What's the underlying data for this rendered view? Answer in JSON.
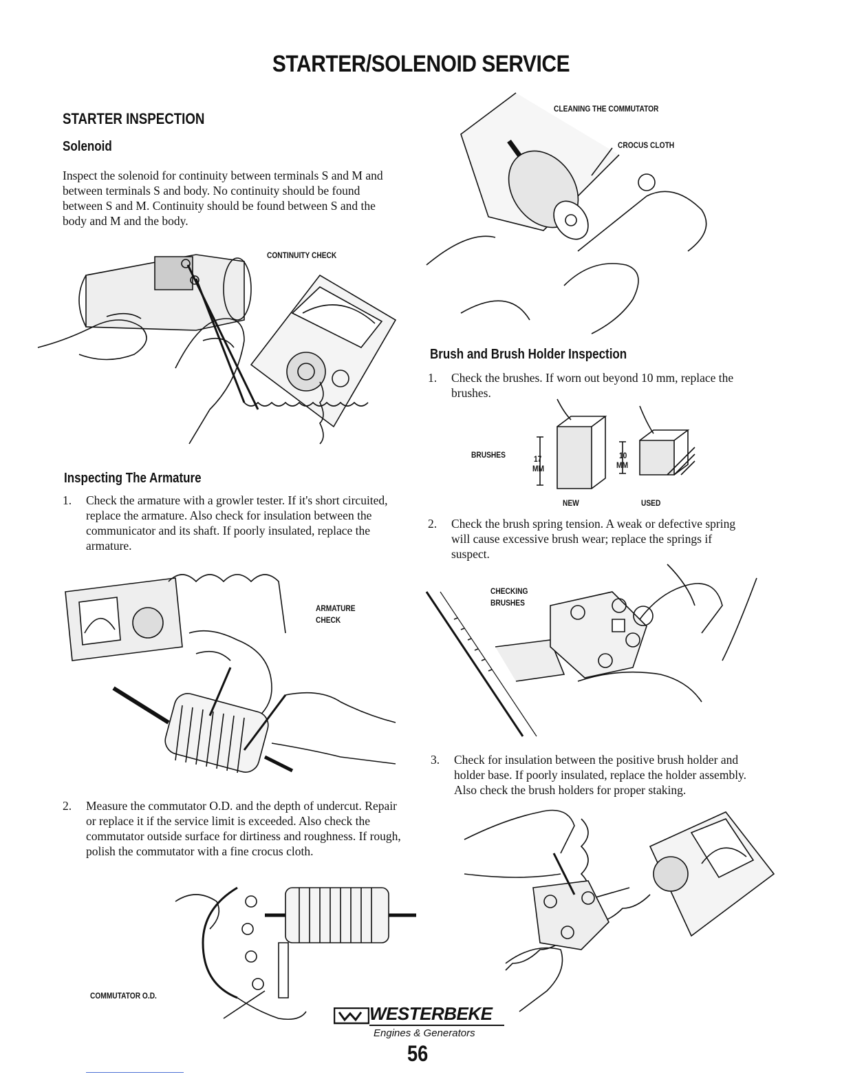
{
  "page": {
    "title": "STARTER/SOLENOID SERVICE",
    "page_number": "56"
  },
  "inspection": {
    "heading": "STARTER INSPECTION",
    "solenoid": {
      "heading": "Solenoid",
      "text": "Inspect the solenoid for continuity between terminals S and M and between terminals S and body. No continuity should be found between S and M. Continuity should be found between S and the body and M and the body."
    },
    "continuity_label": "CONTINUITY CHECK"
  },
  "armature": {
    "heading": "Inspecting The Armature",
    "steps": [
      {
        "num": "1.",
        "text": "Check the armature with a growler tester. If it's short circuited, replace the armature. Also check for insulation between the communicator and its shaft. If poorly insulated, replace the armature."
      },
      {
        "num": "2.",
        "text": "Measure the commutator O.D. and the depth of undercut. Repair or replace it if the service limit is exceeded. Also check the commutator outside surface for dirtiness and roughness. If rough, polish the commutator with a fine crocus cloth."
      }
    ],
    "armature_label_1": "ARMATURE",
    "armature_label_2": "CHECK",
    "commutator_label": "COMMUTATOR O.D."
  },
  "cleaning": {
    "label": "CLEANING THE COMMUTATOR",
    "crocus_label": "CROCUS CLOTH"
  },
  "brush": {
    "heading": "Brush and Brush Holder Inspection",
    "steps": [
      {
        "num": "1.",
        "text": "Check the brushes. If worn out beyond 10 mm, replace the brushes."
      },
      {
        "num": "2.",
        "text": "Check the brush spring tension. A weak or defective spring will cause excessive brush wear; replace the springs if suspect."
      },
      {
        "num": "3.",
        "text": "Check for insulation between the positive brush holder and holder base. If poorly insulated, replace the holder assembly. Also check the brush holders for proper staking."
      }
    ],
    "brushes_label": "BRUSHES",
    "new_dim": "17",
    "used_dim": "10",
    "unit": "MM",
    "new_label": "NEW",
    "used_label": "USED",
    "checking_label_1": "CHECKING",
    "checking_label_2": "BRUSHES"
  },
  "logo": {
    "brand": "WESTERBEKE",
    "tagline": "Engines & Generators"
  }
}
